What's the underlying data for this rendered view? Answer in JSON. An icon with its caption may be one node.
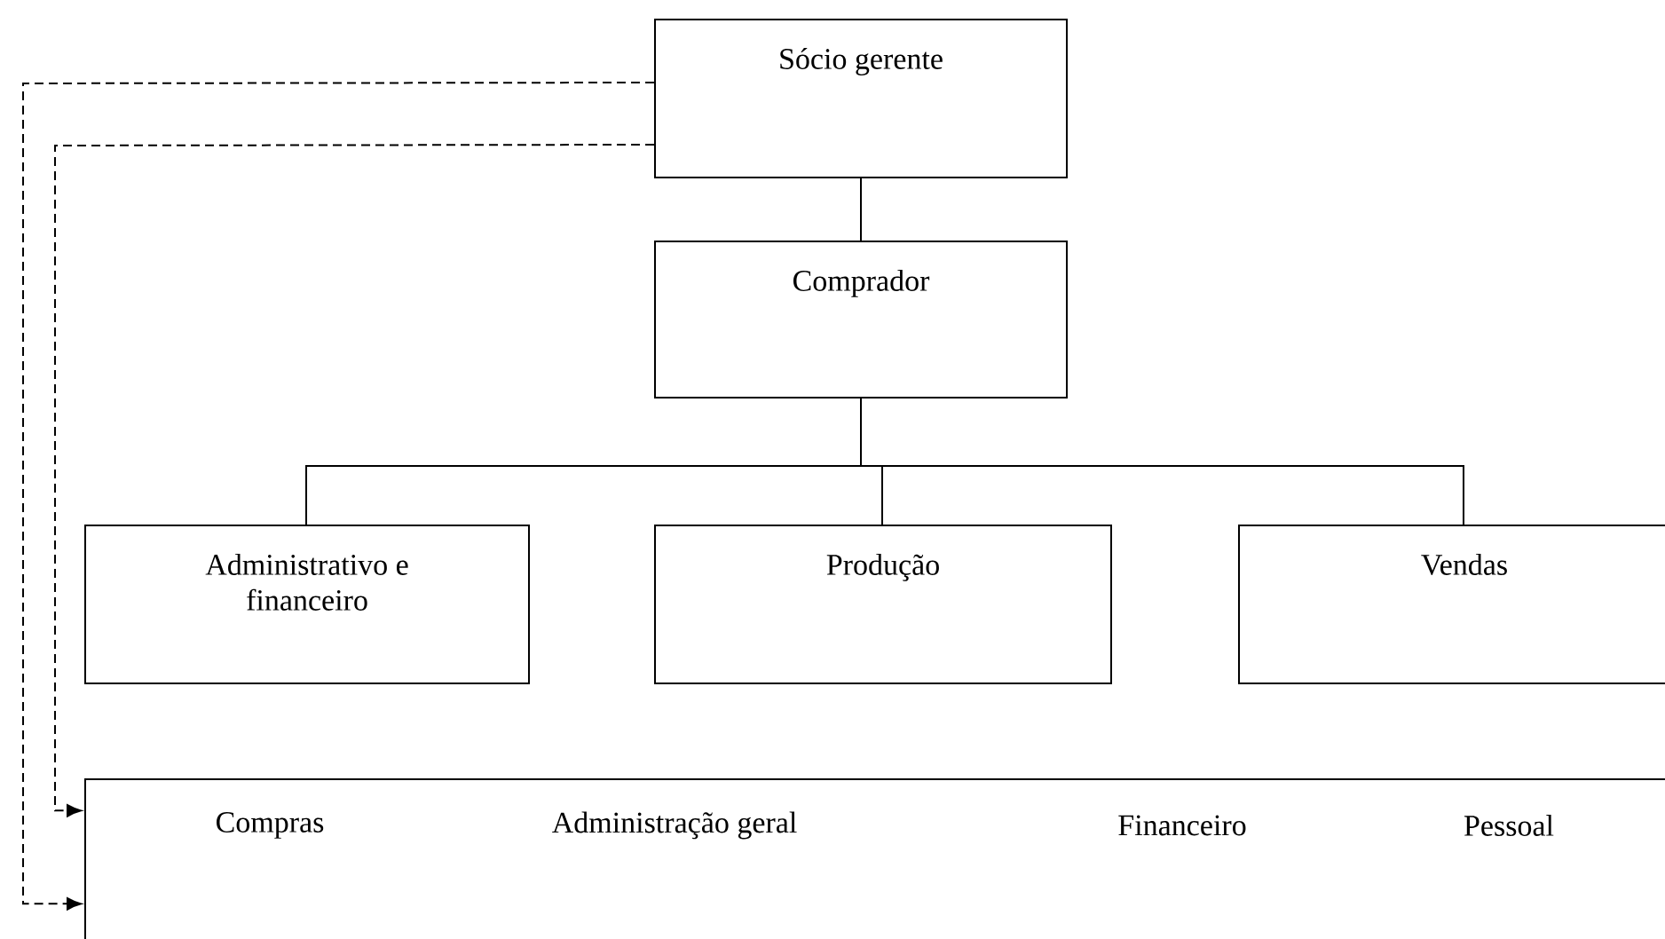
{
  "diagram": {
    "nodes": [
      {
        "text": [
          "Sócio gerente"
        ]
      },
      {
        "text": [
          "Comprador"
        ]
      },
      {
        "text": [
          "Administrativo e financeiro"
        ]
      },
      {
        "text": [
          "Produção"
        ]
      },
      {
        "text": [
          "Vendas"
        ]
      },
      {
        "text": [
          "Compras",
          "Administração geral",
          "Financeiro",
          "Pessoal"
        ]
      }
    ],
    "edges": [
      {
        "from": 0,
        "to": 1,
        "arrow": "none"
      },
      {
        "from": 1,
        "to": 2,
        "arrow": "none"
      },
      {
        "from": 1,
        "to": 3,
        "arrow": "none"
      },
      {
        "from": 1,
        "to": 4,
        "arrow": "none"
      },
      {
        "from": 0,
        "to": 5,
        "arrow": "to",
        "style": "dashed"
      },
      {
        "from": 0,
        "to": 5,
        "arrow": "to",
        "style": "dashed"
      }
    ]
  }
}
